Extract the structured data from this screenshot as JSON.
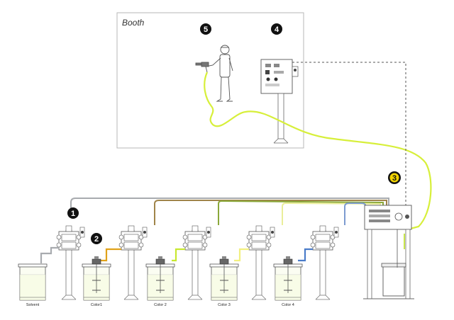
{
  "booth": {
    "label": "Booth"
  },
  "callouts": [
    {
      "number": "1",
      "refers_to": "pump"
    },
    {
      "number": "2",
      "refers_to": "tank"
    },
    {
      "number": "3",
      "refers_to": "color-changer"
    },
    {
      "number": "4",
      "refers_to": "control-panel"
    },
    {
      "number": "5",
      "refers_to": "spray-operator"
    }
  ],
  "tanks": [
    {
      "label": "Solvent",
      "line_color": "#9aa0a6"
    },
    {
      "label": "Color1",
      "line_color": "#e0a21a"
    },
    {
      "label": "Color 2",
      "line_color": "#c8e830"
    },
    {
      "label": "Color 3",
      "line_color": "#f2f080"
    },
    {
      "label": "Color 4",
      "line_color": "#4a7cc9"
    }
  ],
  "colors": {
    "supply_hose": "#d7ef3a",
    "solvent_line": "#a8abaf",
    "return_brown": "#a0844a",
    "return_olive": "#8aa83a",
    "return_lime": "#c8e64a",
    "return_pale": "#eaee9a",
    "return_blue": "#7d9bd0",
    "callout_fill": "#111111",
    "callout_3_fill": "#f2d400"
  }
}
